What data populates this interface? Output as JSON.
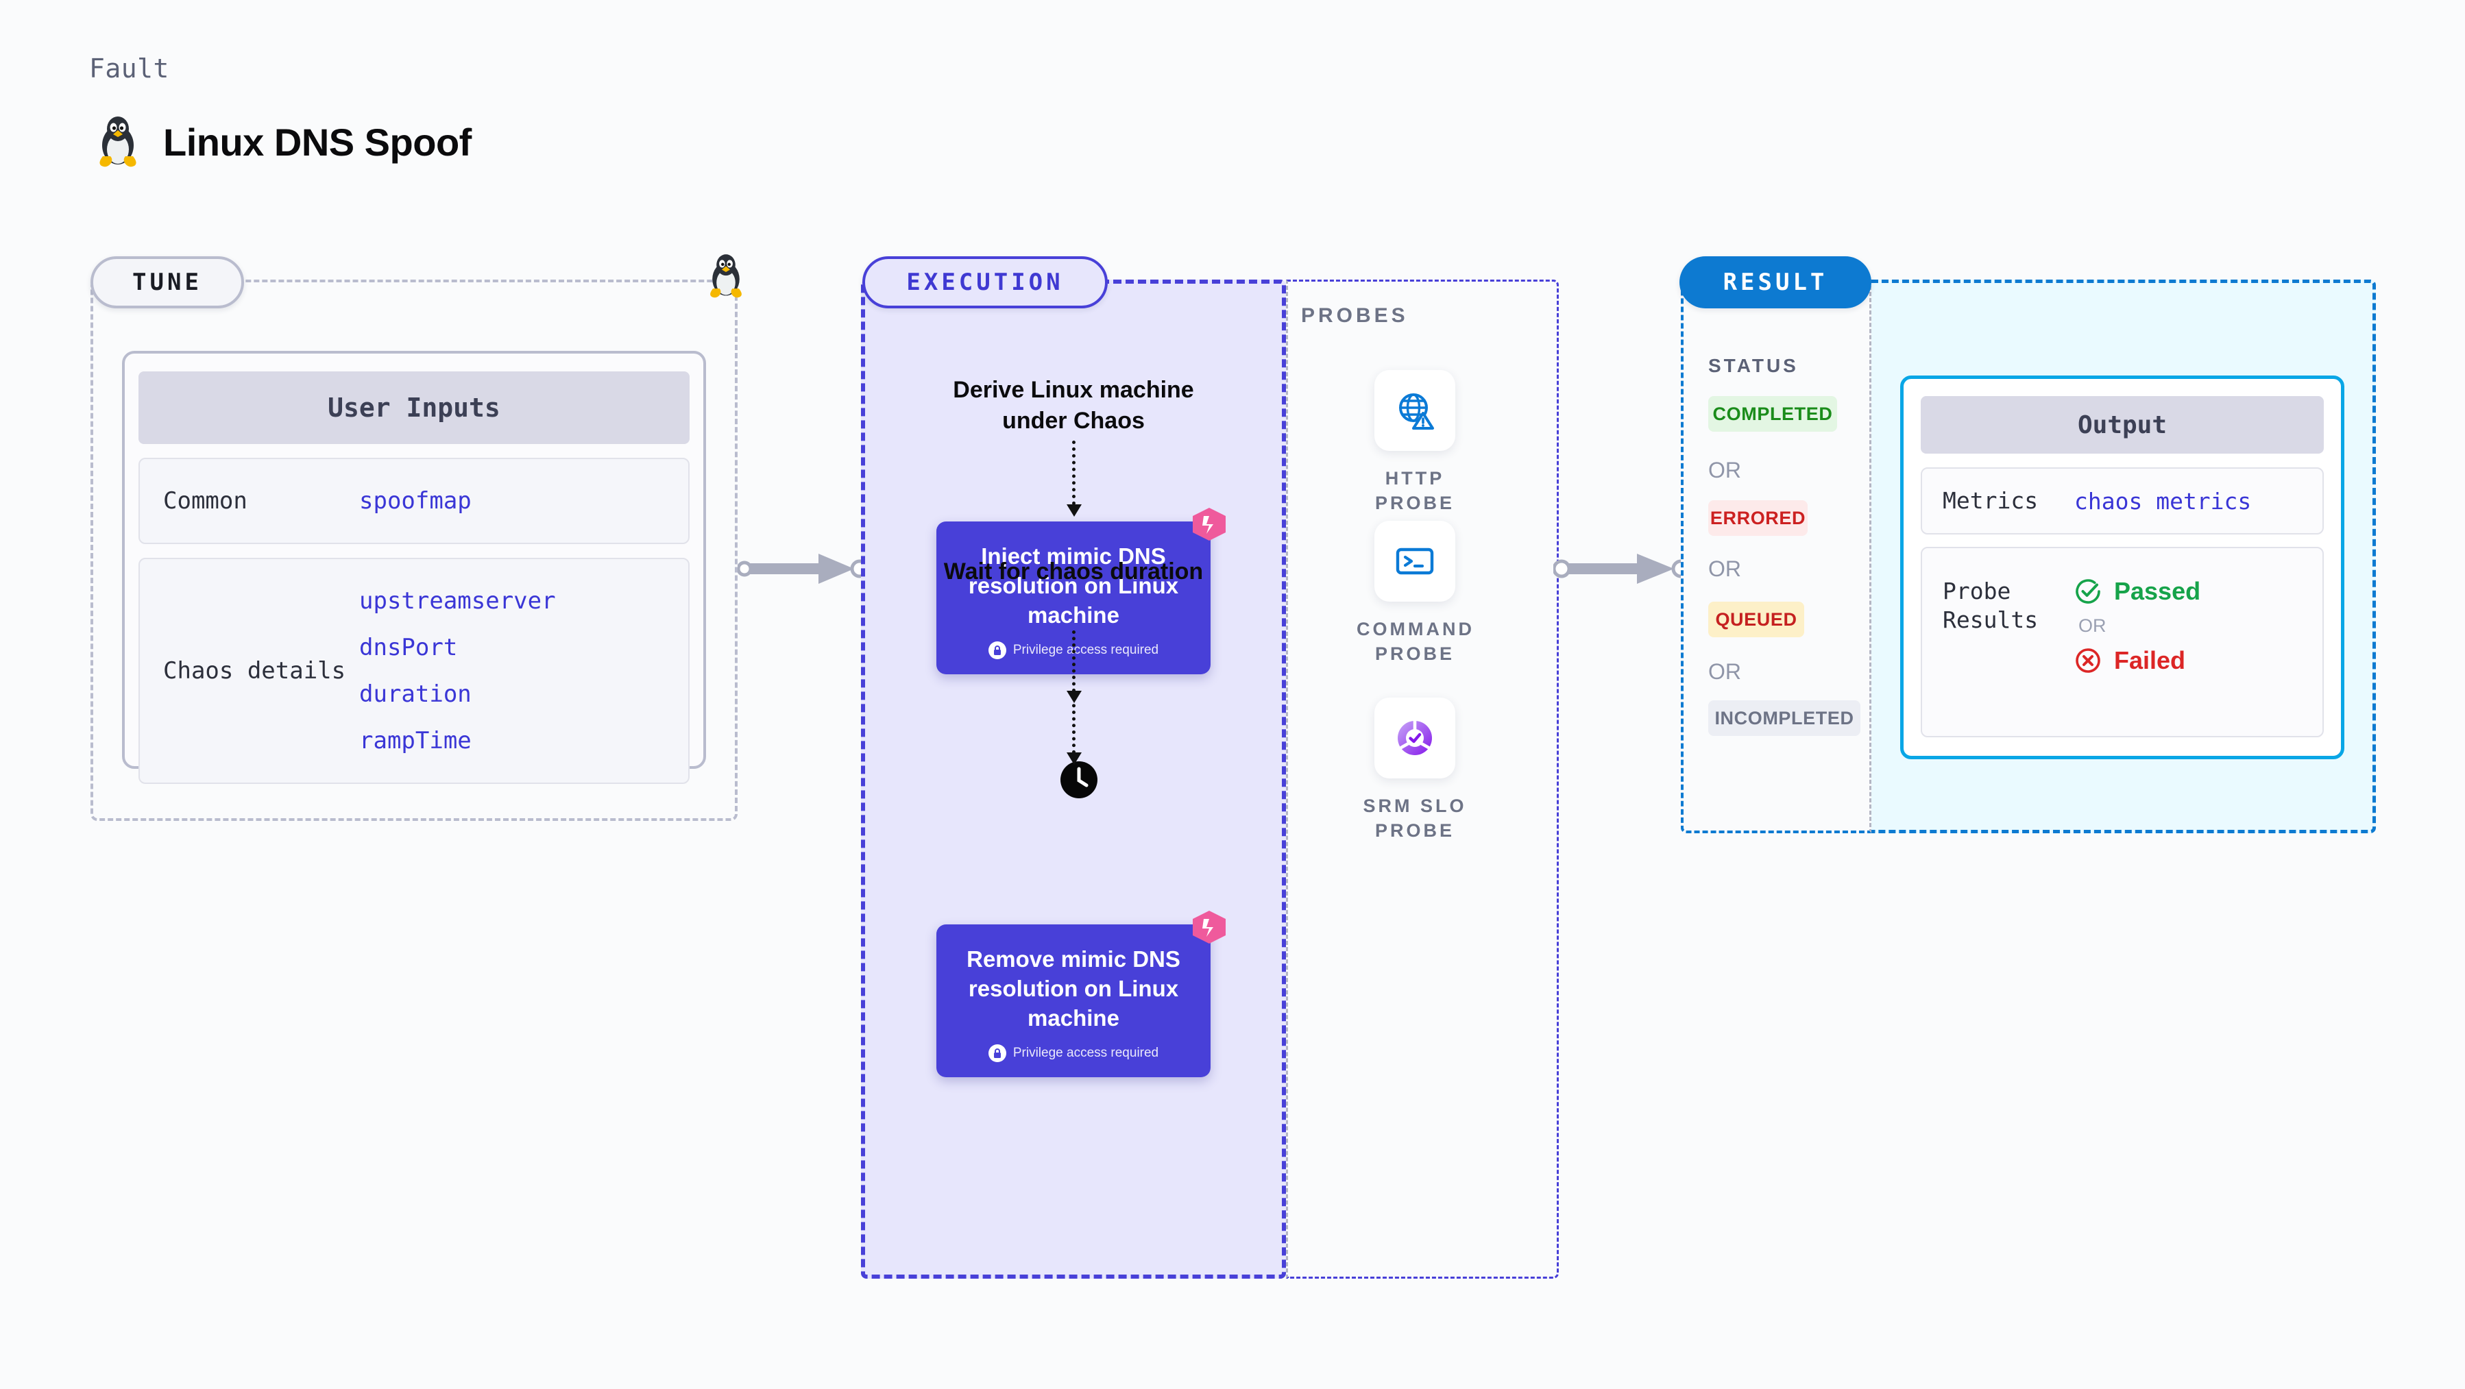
{
  "header": {
    "kicker": "Fault",
    "title": "Linux DNS Spoof",
    "icon": "linux-penguin-icon"
  },
  "tune": {
    "badge": "TUNE",
    "panel_title": "User Inputs",
    "rows": [
      {
        "label": "Common",
        "values": [
          "spoofmap"
        ]
      },
      {
        "label": "Chaos details",
        "values": [
          "upstreamserver",
          "dnsPort",
          "duration",
          "rampTime"
        ]
      }
    ]
  },
  "execution": {
    "badge": "EXECUTION",
    "steps": [
      {
        "type": "text",
        "label": "Derive Linux machine under Chaos"
      },
      {
        "type": "node",
        "label": "Inject mimic DNS resolution on Linux machine",
        "note": "Privilege access required"
      },
      {
        "type": "text",
        "label": "Wait for chaos duration",
        "icon": "clock-icon"
      },
      {
        "type": "node",
        "label": "Remove mimic DNS resolution on Linux machine",
        "note": "Privilege access required"
      }
    ]
  },
  "probes": {
    "title": "PROBES",
    "items": [
      {
        "label": "HTTP PROBE",
        "icon": "globe-warning-icon"
      },
      {
        "label": "COMMAND PROBE",
        "icon": "terminal-icon"
      },
      {
        "label": "SRM SLO PROBE",
        "icon": "slo-check-icon"
      }
    ]
  },
  "result": {
    "badge": "RESULT",
    "status_title": "STATUS",
    "or_label": "OR",
    "statuses": [
      {
        "label": "COMPLETED",
        "bg": "#e3f6e3",
        "fg": "#1a8c1a"
      },
      {
        "label": "ERRORED",
        "bg": "#fdeaea",
        "fg": "#cc2121"
      },
      {
        "label": "QUEUED",
        "bg": "#fdf0c8",
        "fg": "#c52020"
      },
      {
        "label": "INCOMPLETED",
        "bg": "#eceef4",
        "fg": "#6d7386"
      }
    ],
    "output": {
      "title": "Output",
      "metrics_label": "Metrics",
      "metrics_value": "chaos metrics",
      "probe_results_label": "Probe Results",
      "passed_label": "Passed",
      "failed_label": "Failed",
      "or_label": "OR"
    }
  },
  "colors": {
    "accent_purple": "#4840d8",
    "accent_blue": "#0d7ad1",
    "cyan_border": "#09a6e6",
    "pink": "#ef5a9c",
    "pass_green": "#16a34a",
    "fail_red": "#dc2626"
  }
}
